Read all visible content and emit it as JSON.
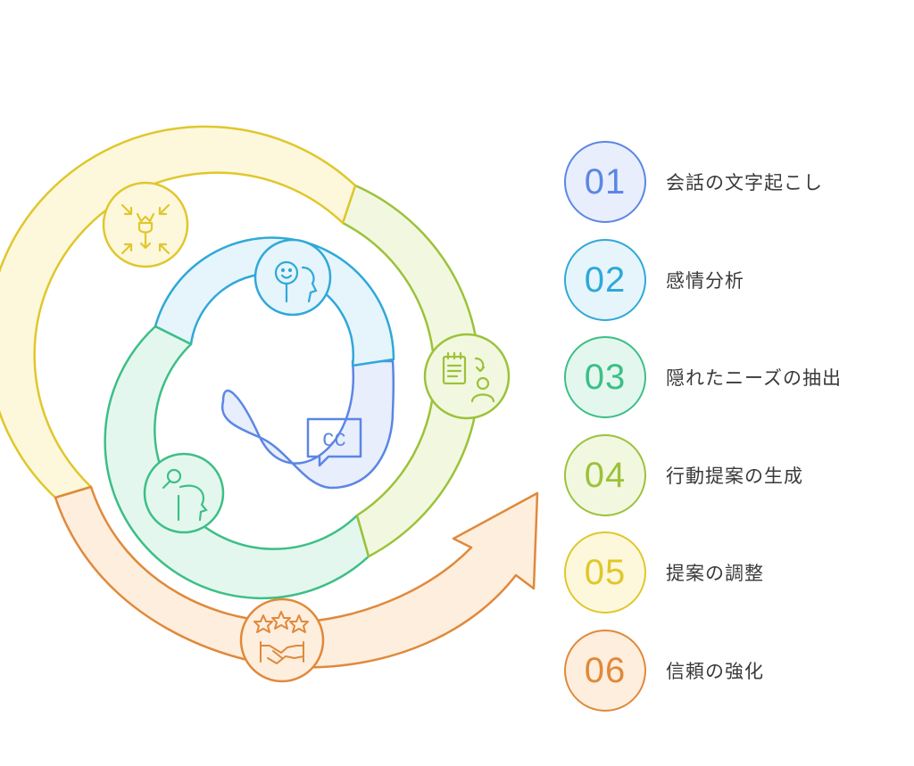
{
  "steps": [
    {
      "num": "01",
      "label": "会話の文字起こし",
      "color": "#5b86e5",
      "fill": "#e8eefc",
      "icon": "closed-caption-icon"
    },
    {
      "num": "02",
      "label": "感情分析",
      "color": "#2fa8d8",
      "fill": "#e5f5fb",
      "icon": "smiling-head-icon"
    },
    {
      "num": "03",
      "label": "隠れたニーズの抽出",
      "color": "#3cbf86",
      "fill": "#e4f7ee",
      "icon": "person-search-icon"
    },
    {
      "num": "04",
      "label": "行動提案の生成",
      "color": "#9cc23a",
      "fill": "#f2f8e0",
      "icon": "notepad-person-icon"
    },
    {
      "num": "05",
      "label": "提案の調整",
      "color": "#e0c72c",
      "fill": "#fdf8dc",
      "icon": "funnel-arrows-icon"
    },
    {
      "num": "06",
      "label": "信頼の強化",
      "color": "#e0893a",
      "fill": "#fdeede",
      "icon": "handshake-stars-icon"
    }
  ]
}
